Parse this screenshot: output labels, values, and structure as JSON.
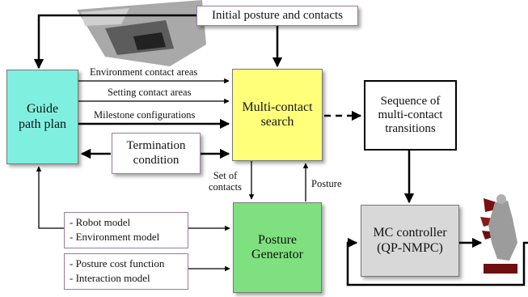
{
  "boxes": {
    "initial": "Initial posture and contacts",
    "guide": "Guide\npath plan",
    "search": "Multi-contact\nsearch",
    "sequence": "Sequence of\nmulti-contact\ntransitions",
    "termination": "Termination\ncondition",
    "generator": "Posture\nGenerator",
    "controller": "MC controller\n(QP-NMPC)"
  },
  "edge_labels": {
    "env_areas": "Environment contact areas",
    "setting_areas": "Setting contact areas",
    "milestones": "Milestone configurations",
    "set_of_contacts": "Set of\ncontacts",
    "posture": "Posture"
  },
  "model_list": [
    "- Robot model",
    "- Environment model"
  ],
  "cost_list": [
    "- Posture cost function",
    "- Interaction model"
  ],
  "colors": {
    "guide_fill": "#7ff0e0",
    "search_fill": "#ffff7a",
    "generator_fill": "#7fe07f",
    "controller_fill": "#d8d8d8",
    "list_border": "#9a7aa8"
  }
}
